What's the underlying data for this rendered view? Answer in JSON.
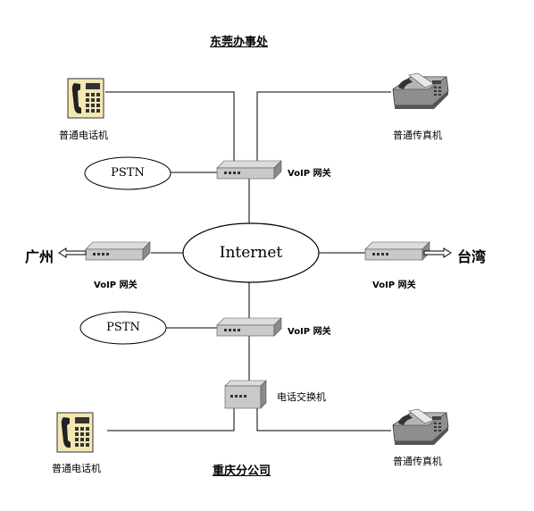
{
  "titles": {
    "top": "东莞办事处",
    "bottom": "重庆分公司"
  },
  "cities": {
    "left": "广州",
    "right": "台湾"
  },
  "clouds": {
    "internet": "Internet",
    "pstn_top": "PSTN",
    "pstn_bottom": "PSTN"
  },
  "labels": {
    "phone_top": "普通电话机",
    "fax_top": "普通传真机",
    "gateway_top": "VoIP 网关",
    "gateway_left": "VoIP 网关",
    "gateway_right": "VoIP 网关",
    "gateway_bottom": "VoIP 网关",
    "switch": "电话交换机",
    "phone_bottom": "普通电话机",
    "fax_bottom": "普通传真机"
  },
  "icons": {
    "phone": "desk-phone-icon",
    "fax": "fax-machine-icon",
    "gateway": "voip-gateway-icon",
    "switch": "telephone-switch-icon",
    "arrow": "arrow-icon"
  },
  "colors": {
    "line": "#000000",
    "phone_body": "#f3e7b2",
    "device_body": "#c9c9c9",
    "device_shadow": "#6e6e6e",
    "fax_body": "#8e8e8e"
  }
}
